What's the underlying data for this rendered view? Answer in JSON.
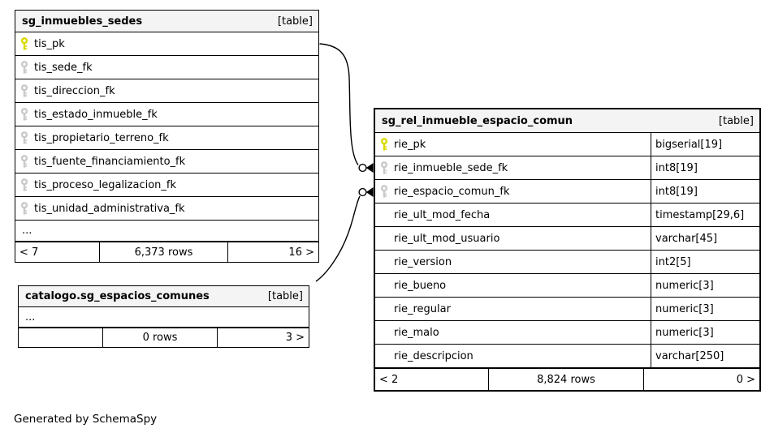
{
  "colors": {
    "primary_key": "#d9d900",
    "foreign_key": "#c9c9c9",
    "header_bg": "#f4f4f4",
    "border": "#000000",
    "background": "#ffffff",
    "text": "#000000"
  },
  "tables": {
    "left": {
      "title": "sg_inmuebles_sedes",
      "badge": "[table]",
      "columns": [
        {
          "name": "tis_pk",
          "key": "primary-key"
        },
        {
          "name": "tis_sede_fk",
          "key": "foreign-key"
        },
        {
          "name": "tis_direccion_fk",
          "key": "foreign-key"
        },
        {
          "name": "tis_estado_inmueble_fk",
          "key": "foreign-key"
        },
        {
          "name": "tis_propietario_terreno_fk",
          "key": "foreign-key"
        },
        {
          "name": "tis_fuente_financiamiento_fk",
          "key": "foreign-key"
        },
        {
          "name": "tis_proceso_legalizacion_fk",
          "key": "foreign-key"
        },
        {
          "name": "tis_unidad_administrativa_fk",
          "key": "foreign-key"
        }
      ],
      "ellipsis": "...",
      "footer": [
        "< 7",
        "6,373 rows",
        "16 >"
      ]
    },
    "main": {
      "title": "sg_rel_inmueble_espacio_comun",
      "badge": "[table]",
      "columns": [
        {
          "name": "rie_pk",
          "type": "bigserial[19]",
          "key": "primary-key"
        },
        {
          "name": "rie_inmueble_sede_fk",
          "type": "int8[19]",
          "key": "foreign-key"
        },
        {
          "name": "rie_espacio_comun_fk",
          "type": "int8[19]",
          "key": "foreign-key"
        },
        {
          "name": "rie_ult_mod_fecha",
          "type": "timestamp[29,6]",
          "key": "none"
        },
        {
          "name": "rie_ult_mod_usuario",
          "type": "varchar[45]",
          "key": "none"
        },
        {
          "name": "rie_version",
          "type": "int2[5]",
          "key": "none"
        },
        {
          "name": "rie_bueno",
          "type": "numeric[3]",
          "key": "none"
        },
        {
          "name": "rie_regular",
          "type": "numeric[3]",
          "key": "none"
        },
        {
          "name": "rie_malo",
          "type": "numeric[3]",
          "key": "none"
        },
        {
          "name": "rie_descripcion",
          "type": "varchar[250]",
          "key": "none"
        }
      ],
      "footer": [
        "< 2",
        "8,824 rows",
        "0 >"
      ]
    },
    "catalog": {
      "title": "catalogo.sg_espacios_comunes",
      "badge": "[table]",
      "ellipsis": "...",
      "footer": [
        "",
        "0 rows",
        "3 >"
      ]
    }
  },
  "relationships": [
    {
      "from": "sg_inmuebles_sedes.tis_pk",
      "to": "sg_rel_inmueble_espacio_comun.rie_inmueble_sede_fk"
    },
    {
      "from": "catalogo.sg_espacios_comunes",
      "to": "sg_rel_inmueble_espacio_comun.rie_espacio_comun_fk"
    }
  ],
  "footer_note": "Generated by SchemaSpy"
}
